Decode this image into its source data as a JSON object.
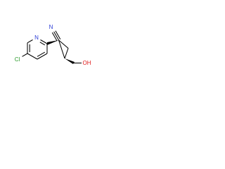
{
  "molecule": {
    "atom_labels": {
      "nitrogen_nitrile": "N",
      "nitrogen_ring": "N",
      "chlorine": "Cl",
      "hydroxyl": "OH"
    },
    "colors": {
      "bond": "#000000",
      "N": "#2a3bd6",
      "Cl": "#2a9a2a",
      "O": "#e01b1b"
    }
  }
}
